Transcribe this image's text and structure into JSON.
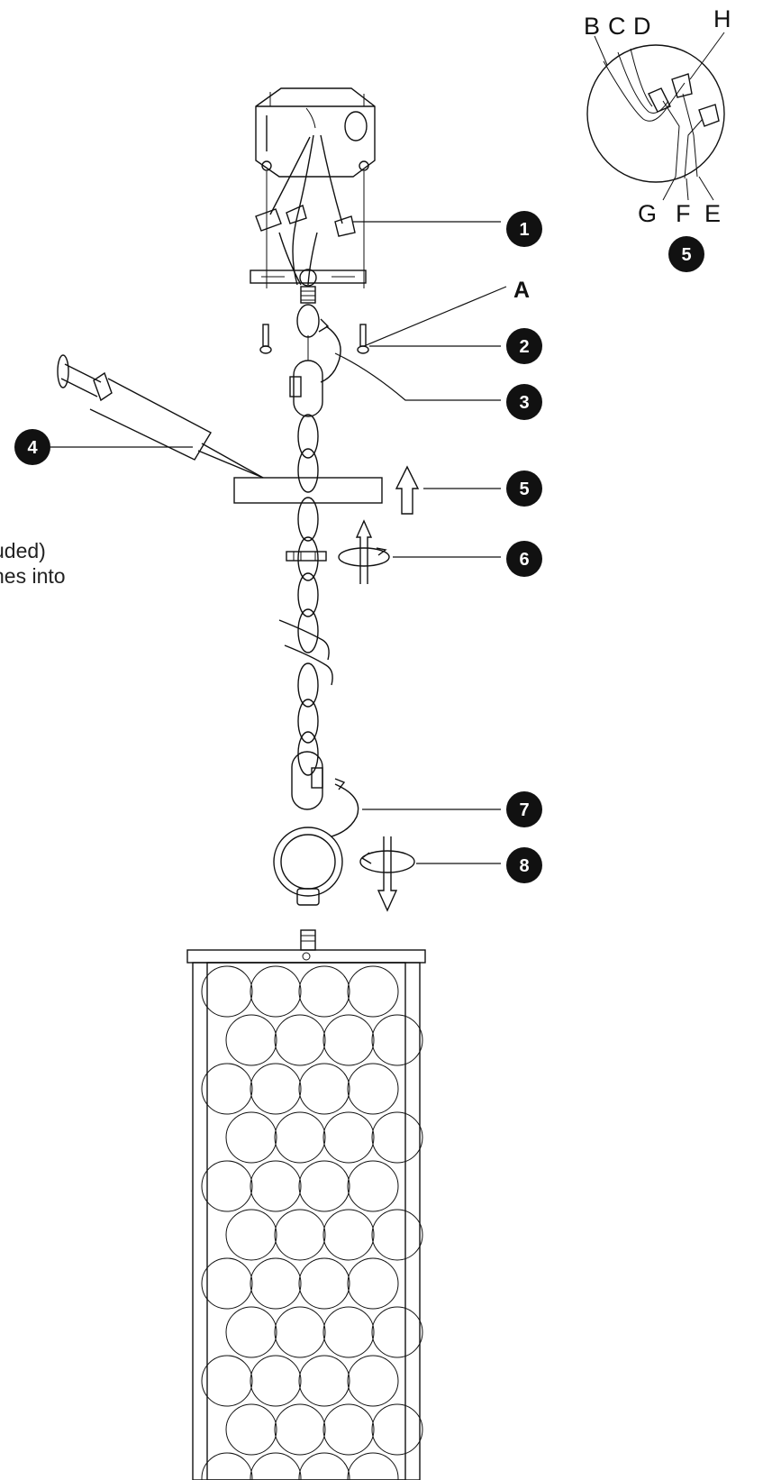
{
  "callouts": [
    {
      "id": "c1",
      "label": "1"
    },
    {
      "id": "c2",
      "label": "2"
    },
    {
      "id": "c3",
      "label": "3"
    },
    {
      "id": "c4",
      "label": "4"
    },
    {
      "id": "c5",
      "label": "5"
    },
    {
      "id": "c6",
      "label": "6"
    },
    {
      "id": "c7",
      "label": "7"
    },
    {
      "id": "c8",
      "label": "8"
    },
    {
      "id": "c5b",
      "label": "5"
    }
  ],
  "labels": {
    "a": "A",
    "b": "B",
    "c": "C",
    "d": "D",
    "e": "E",
    "f": "F",
    "g": "G",
    "h": "H"
  },
  "note": {
    "line1": "uded)",
    "line2": "nes into"
  }
}
